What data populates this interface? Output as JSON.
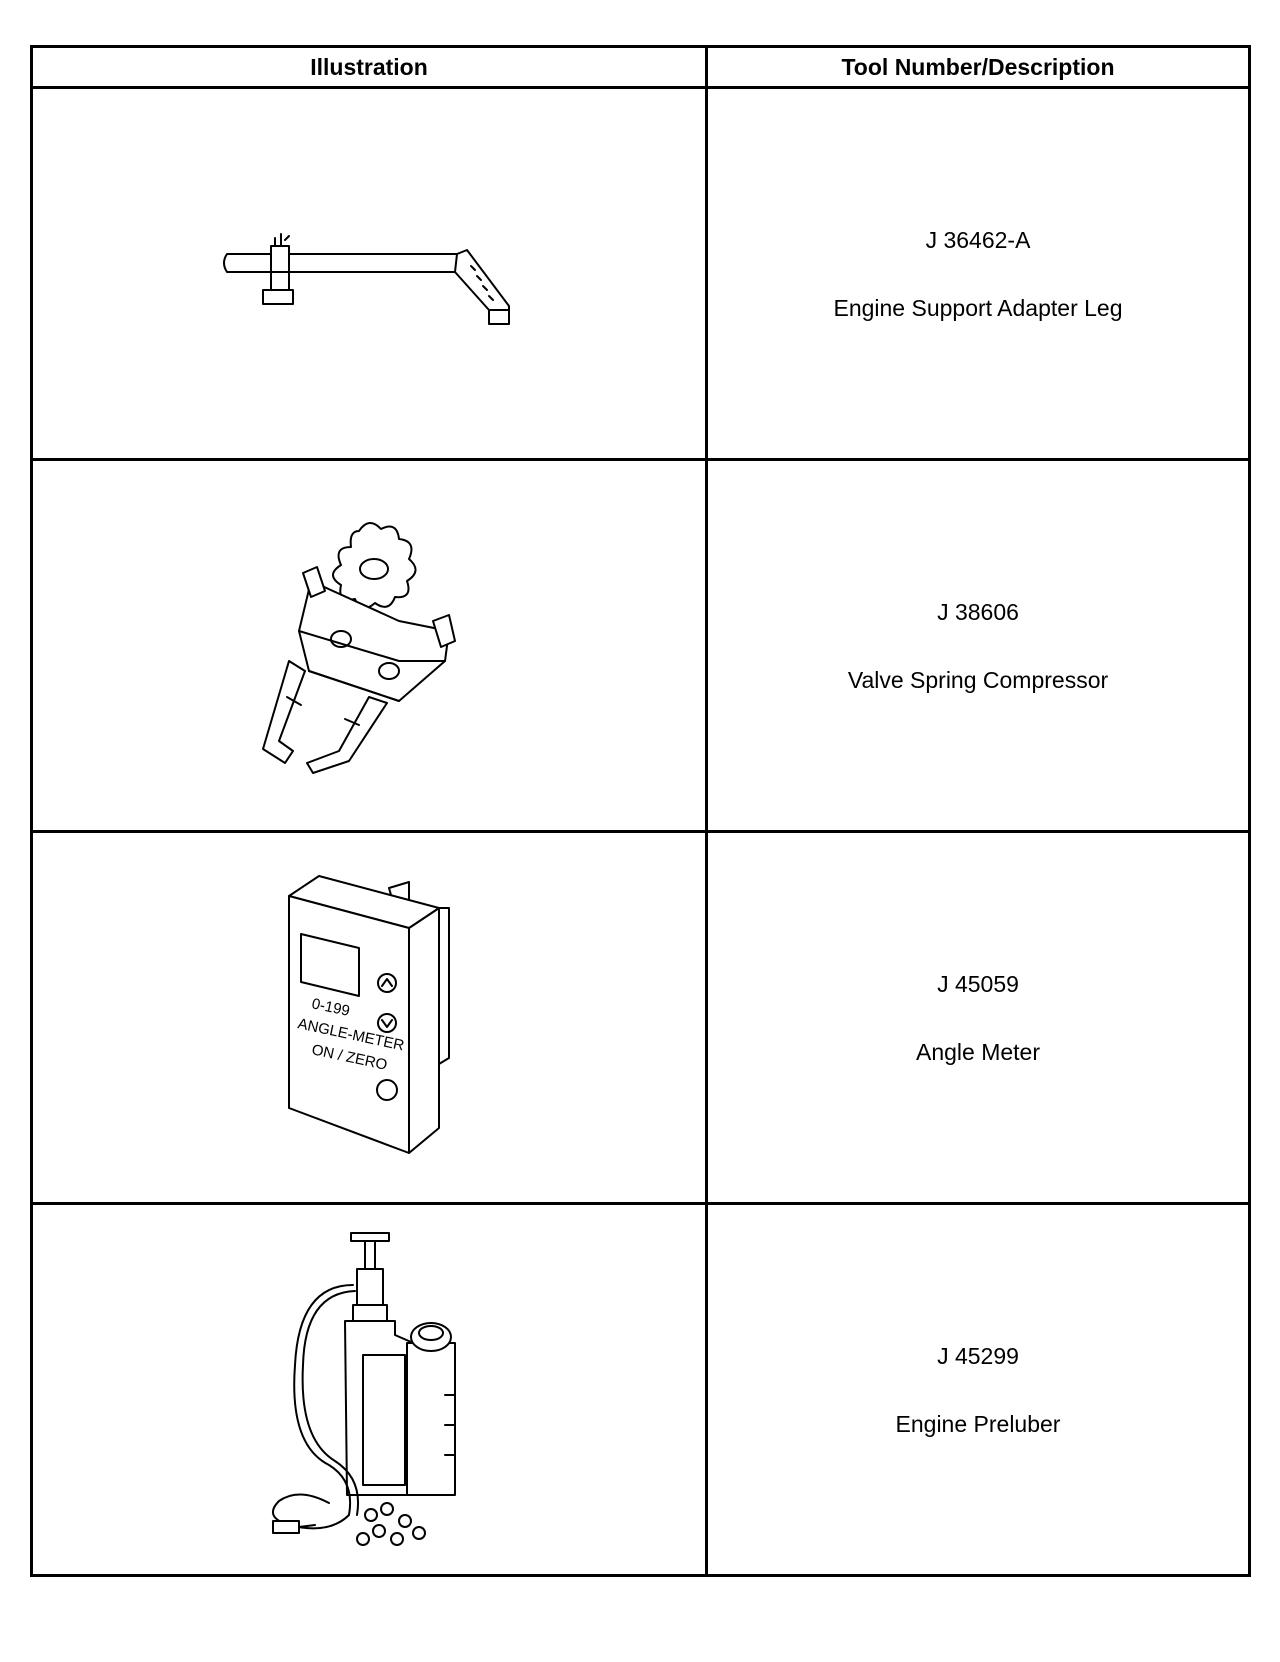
{
  "table": {
    "headers": {
      "illustration": "Illustration",
      "tool": "Tool Number/Description"
    },
    "rows": [
      {
        "number": "J 36462-A",
        "description": "Engine Support Adapter Leg",
        "illustration_icon": "engine-support-adapter-leg-illustration"
      },
      {
        "number": "J 38606",
        "description": "Valve Spring Compressor",
        "illustration_icon": "valve-spring-compressor-illustration"
      },
      {
        "number": "J 45059",
        "description": "Angle Meter",
        "illustration_icon": "angle-meter-illustration",
        "device_text": [
          "0-199",
          "ANGLE-METER",
          "ON / ZERO"
        ]
      },
      {
        "number": "J 45299",
        "description": "Engine Preluber",
        "illustration_icon": "engine-preluber-illustration"
      }
    ]
  }
}
